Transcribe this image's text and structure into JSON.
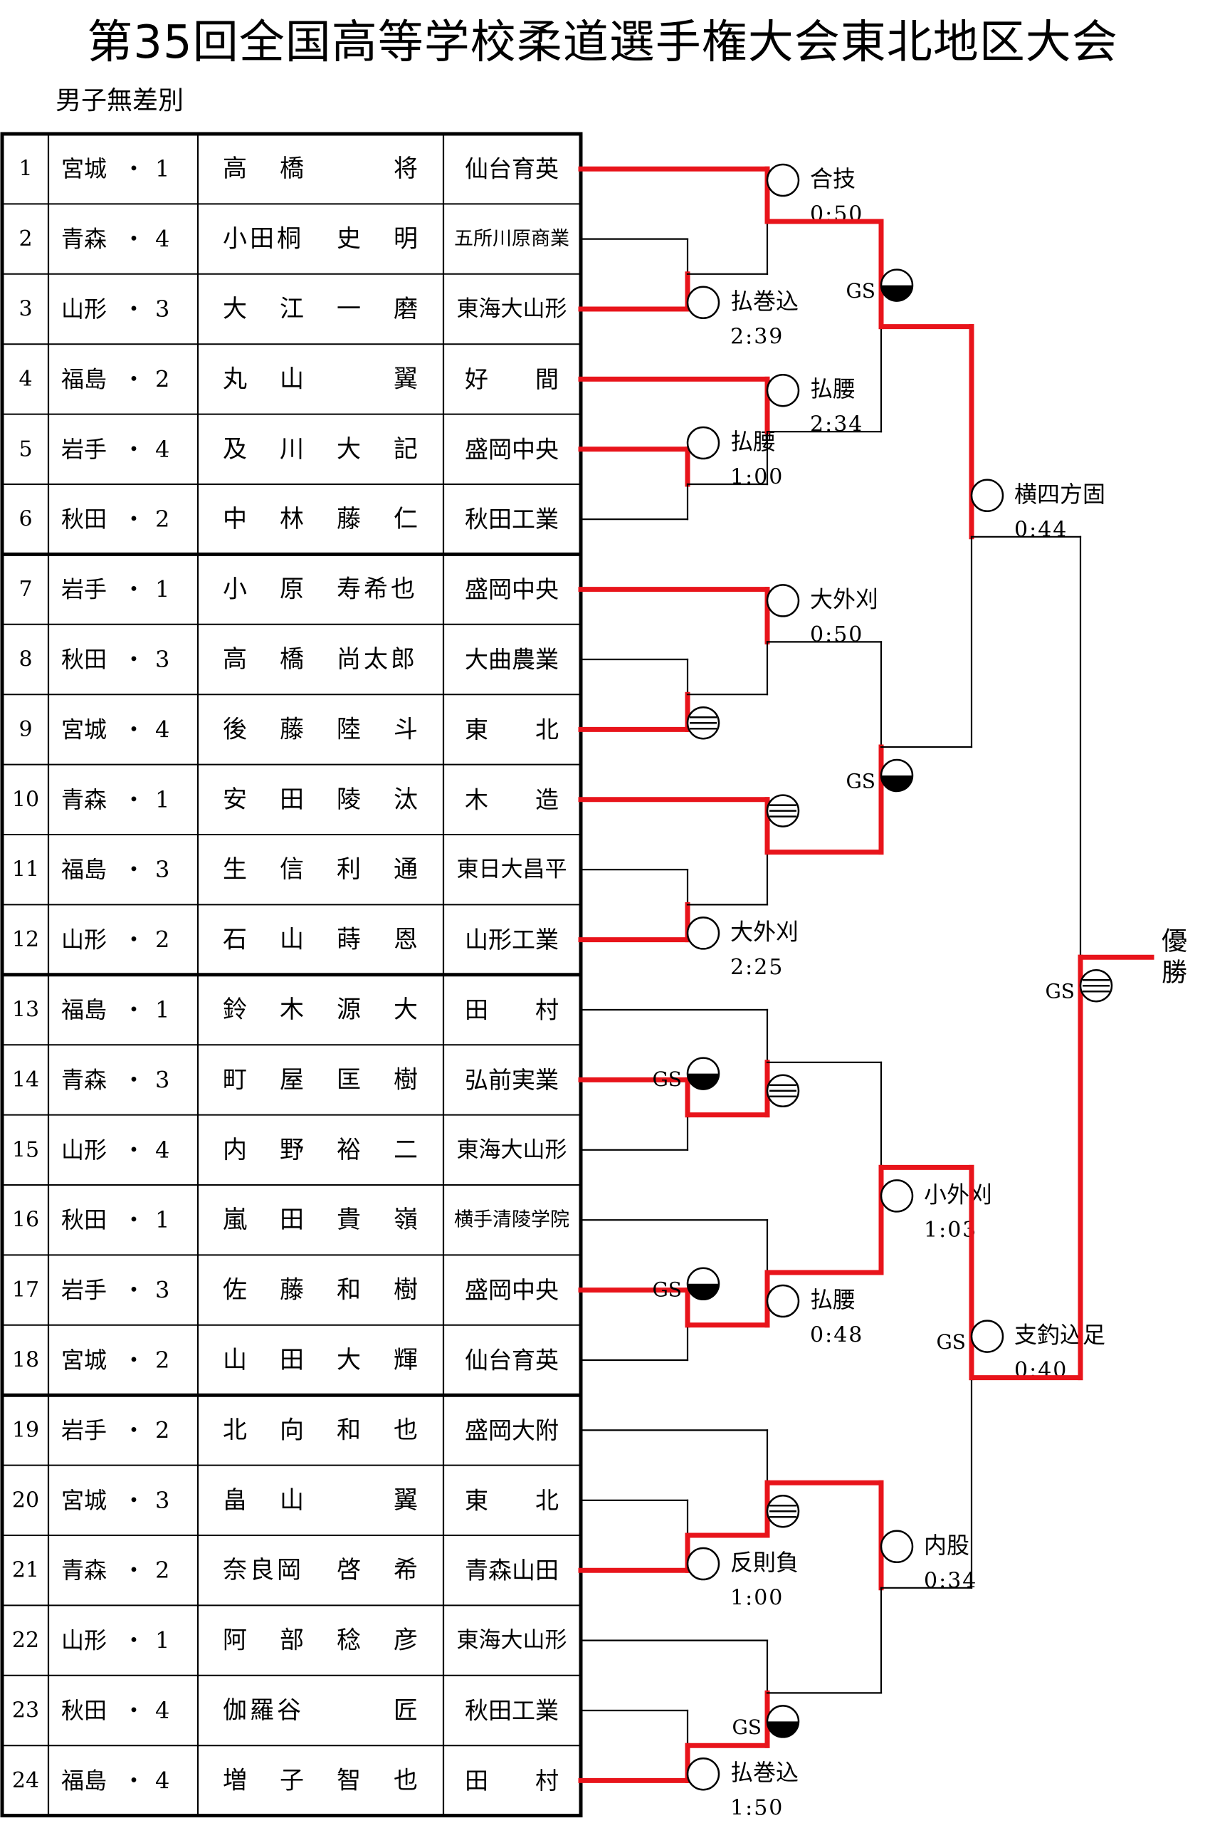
{
  "title": "第35回全国高等学校柔道選手権大会東北地区大会",
  "category": "男子無差別",
  "colors": {
    "win": "#e8141b",
    "line": "#000000"
  },
  "players": [
    {
      "no": "1",
      "pref": "宮城",
      "grade": "1",
      "name": [
        "高",
        "橋",
        "",
        "将"
      ],
      "school": "仙台育英"
    },
    {
      "no": "2",
      "pref": "青森",
      "grade": "4",
      "name": [
        "小田桐",
        "史",
        "明"
      ],
      "school": "五所川原商業"
    },
    {
      "no": "3",
      "pref": "山形",
      "grade": "3",
      "name": [
        "大",
        "江",
        "一",
        "磨"
      ],
      "school": "東海大山形"
    },
    {
      "no": "4",
      "pref": "福島",
      "grade": "2",
      "name": [
        "丸",
        "山",
        "",
        "翼"
      ],
      "school": "好　　間"
    },
    {
      "no": "5",
      "pref": "岩手",
      "grade": "4",
      "name": [
        "及",
        "川",
        "大",
        "記"
      ],
      "school": "盛岡中央"
    },
    {
      "no": "6",
      "pref": "秋田",
      "grade": "2",
      "name": [
        "中",
        "林",
        "藤",
        "仁"
      ],
      "school": "秋田工業"
    },
    {
      "no": "7",
      "pref": "岩手",
      "grade": "1",
      "name": [
        "小",
        "原",
        "寿希也"
      ],
      "school": "盛岡中央"
    },
    {
      "no": "8",
      "pref": "秋田",
      "grade": "3",
      "name": [
        "高",
        "橋",
        "尚太郎"
      ],
      "school": "大曲農業"
    },
    {
      "no": "9",
      "pref": "宮城",
      "grade": "4",
      "name": [
        "後",
        "藤",
        "陸",
        "斗"
      ],
      "school": "東　　北"
    },
    {
      "no": "10",
      "pref": "青森",
      "grade": "1",
      "name": [
        "安",
        "田",
        "陵",
        "汰"
      ],
      "school": "木　　造"
    },
    {
      "no": "11",
      "pref": "福島",
      "grade": "3",
      "name": [
        "生",
        "信",
        "利",
        "通"
      ],
      "school": "東日大昌平"
    },
    {
      "no": "12",
      "pref": "山形",
      "grade": "2",
      "name": [
        "石",
        "山",
        "蒔",
        "恩"
      ],
      "school": "山形工業"
    },
    {
      "no": "13",
      "pref": "福島",
      "grade": "1",
      "name": [
        "鈴",
        "木",
        "源",
        "大"
      ],
      "school": "田　　村"
    },
    {
      "no": "14",
      "pref": "青森",
      "grade": "3",
      "name": [
        "町",
        "屋",
        "匡",
        "樹"
      ],
      "school": "弘前実業"
    },
    {
      "no": "15",
      "pref": "山形",
      "grade": "4",
      "name": [
        "内",
        "野",
        "裕",
        "二"
      ],
      "school": "東海大山形"
    },
    {
      "no": "16",
      "pref": "秋田",
      "grade": "1",
      "name": [
        "嵐",
        "田",
        "貴",
        "嶺"
      ],
      "school": "横手清陵学院"
    },
    {
      "no": "17",
      "pref": "岩手",
      "grade": "3",
      "name": [
        "佐",
        "藤",
        "和",
        "樹"
      ],
      "school": "盛岡中央"
    },
    {
      "no": "18",
      "pref": "宮城",
      "grade": "2",
      "name": [
        "山",
        "田",
        "大",
        "輝"
      ],
      "school": "仙台育英"
    },
    {
      "no": "19",
      "pref": "岩手",
      "grade": "2",
      "name": [
        "北",
        "向",
        "和",
        "也"
      ],
      "school": "盛岡大附"
    },
    {
      "no": "20",
      "pref": "宮城",
      "grade": "3",
      "name": [
        "畠",
        "山",
        "",
        "翼"
      ],
      "school": "東　　北"
    },
    {
      "no": "21",
      "pref": "青森",
      "grade": "2",
      "name": [
        "奈良岡",
        "啓",
        "希"
      ],
      "school": "青森山田"
    },
    {
      "no": "22",
      "pref": "山形",
      "grade": "1",
      "name": [
        "阿",
        "部",
        "稔",
        "彦"
      ],
      "school": "東海大山形"
    },
    {
      "no": "23",
      "pref": "秋田",
      "grade": "4",
      "name": [
        "伽羅谷",
        "",
        "匠"
      ],
      "school": "秋田工業"
    },
    {
      "no": "24",
      "pref": "福島",
      "grade": "4",
      "name": [
        "増",
        "子",
        "智",
        "也"
      ],
      "school": "田　　村"
    }
  ],
  "matches": [
    {
      "id": "r1-2v3",
      "type": "pair",
      "a": 2,
      "b": 3,
      "winner": 3,
      "col": 1,
      "result": {
        "sym": "ippon",
        "tech": "払巻込",
        "time": "2:39",
        "gs": false
      }
    },
    {
      "id": "r2-1v",
      "type": "pair",
      "a": 1,
      "b": "r1-2v3",
      "winner": 1,
      "col": 2,
      "result": {
        "sym": "ippon",
        "tech": "合技",
        "time": "0:50",
        "gs": false
      }
    },
    {
      "id": "r1-5v6",
      "type": "pair",
      "a": 5,
      "b": 6,
      "winner": 5,
      "col": 1,
      "result": {
        "sym": "ippon",
        "tech": "払腰",
        "time": "1:00",
        "gs": false
      }
    },
    {
      "id": "r2-4v",
      "type": "pair",
      "a": 4,
      "b": "r1-5v6",
      "winner": 4,
      "col": 2,
      "result": {
        "sym": "ippon",
        "tech": "払腰",
        "time": "2:34",
        "gs": false
      }
    },
    {
      "id": "r3-A",
      "type": "pair",
      "a": "r2-1v",
      "b": "r2-4v",
      "winner": "r2-1v",
      "col": 3,
      "result": {
        "sym": "yusei",
        "tech": "",
        "time": "",
        "gs": true
      }
    },
    {
      "id": "r1-8v9",
      "type": "pair",
      "a": 8,
      "b": 9,
      "winner": 9,
      "col": 1,
      "result": {
        "sym": "hantei",
        "tech": "",
        "time": "",
        "gs": false
      }
    },
    {
      "id": "r2-7v",
      "type": "pair",
      "a": 7,
      "b": "r1-8v9",
      "winner": 7,
      "col": 2,
      "result": {
        "sym": "ippon",
        "tech": "大外刈",
        "time": "0:50",
        "gs": false
      }
    },
    {
      "id": "r1-11v12",
      "type": "pair",
      "a": 11,
      "b": 12,
      "winner": 12,
      "col": 1,
      "result": {
        "sym": "ippon",
        "tech": "大外刈",
        "time": "2:25",
        "gs": false
      }
    },
    {
      "id": "r2-10v",
      "type": "pair",
      "a": 10,
      "b": "r1-11v12",
      "winner": 10,
      "col": 2,
      "result": {
        "sym": "hantei",
        "tech": "",
        "time": "",
        "gs": false
      }
    },
    {
      "id": "r3-B",
      "type": "pair",
      "a": "r2-7v",
      "b": "r2-10v",
      "winner": "r2-10v",
      "col": 3,
      "result": {
        "sym": "yusei",
        "tech": "",
        "time": "",
        "gs": true
      }
    },
    {
      "id": "r4-top",
      "type": "pair",
      "a": "r3-A",
      "b": "r3-B",
      "winner": "r3-A",
      "col": 4,
      "result": {
        "sym": "ippon",
        "tech": "横四方固",
        "time": "0:44",
        "gs": false
      }
    },
    {
      "id": "r1-14v15",
      "type": "pair",
      "a": 14,
      "b": 15,
      "winner": 14,
      "col": 1,
      "result": {
        "sym": "yusei",
        "tech": "",
        "time": "",
        "gs": true
      }
    },
    {
      "id": "r2-13v",
      "type": "pair",
      "a": 13,
      "b": "r1-14v15",
      "winner": "r1-14v15",
      "col": 2,
      "result": {
        "sym": "hantei",
        "tech": "",
        "time": "",
        "gs": false
      }
    },
    {
      "id": "r1-17v18",
      "type": "pair",
      "a": 17,
      "b": 18,
      "winner": 17,
      "col": 1,
      "result": {
        "sym": "yusei",
        "tech": "",
        "time": "",
        "gs": true
      }
    },
    {
      "id": "r2-16v",
      "type": "pair",
      "a": 16,
      "b": "r1-17v18",
      "winner": "r1-17v18",
      "col": 2,
      "result": {
        "sym": "ippon",
        "tech": "払腰",
        "time": "0:48",
        "gs": false
      }
    },
    {
      "id": "r3-C",
      "type": "pair",
      "a": "r2-13v",
      "b": "r2-16v",
      "winner": "r2-16v",
      "col": 3,
      "result": {
        "sym": "ippon",
        "tech": "小外刈",
        "time": "1:03",
        "gs": false
      }
    },
    {
      "id": "r1-20v21",
      "type": "pair",
      "a": 20,
      "b": 21,
      "winner": 21,
      "col": 1,
      "result": {
        "sym": "ippon",
        "tech": "反則負",
        "time": "1:00",
        "gs": false
      }
    },
    {
      "id": "r2-19v",
      "type": "pair",
      "a": 19,
      "b": "r1-20v21",
      "winner": "r1-20v21",
      "col": 2,
      "result": {
        "sym": "hantei",
        "tech": "",
        "time": "",
        "gs": false
      }
    },
    {
      "id": "r1-23v24",
      "type": "pair",
      "a": 23,
      "b": 24,
      "winner": 24,
      "col": 1,
      "result": {
        "sym": "ippon",
        "tech": "払巻込",
        "time": "1:50",
        "gs": false
      }
    },
    {
      "id": "r2-22v",
      "type": "pair",
      "a": 22,
      "b": "r1-23v24",
      "winner": "r1-23v24",
      "col": 2,
      "result": {
        "sym": "yusei",
        "tech": "",
        "time": "",
        "gs": true
      }
    },
    {
      "id": "r3-D",
      "type": "pair",
      "a": "r2-19v",
      "b": "r2-22v",
      "winner": "r2-19v",
      "col": 3,
      "result": {
        "sym": "ippon",
        "tech": "内股",
        "time": "0:34",
        "gs": false
      }
    },
    {
      "id": "r4-bot",
      "type": "pair",
      "a": "r3-C",
      "b": "r3-D",
      "winner": "r3-C",
      "col": 4,
      "result": {
        "sym": "ippon",
        "tech": "支釣込足",
        "time": "0:40",
        "gs": true
      }
    },
    {
      "id": "final",
      "type": "pair",
      "a": "r4-top",
      "b": "r4-bot",
      "winner": "r4-bot",
      "col": 5,
      "result": {
        "sym": "hantei",
        "tech": "",
        "time": "",
        "gs": true
      }
    }
  ],
  "champion_label": "優勝",
  "gs_label": "GS"
}
